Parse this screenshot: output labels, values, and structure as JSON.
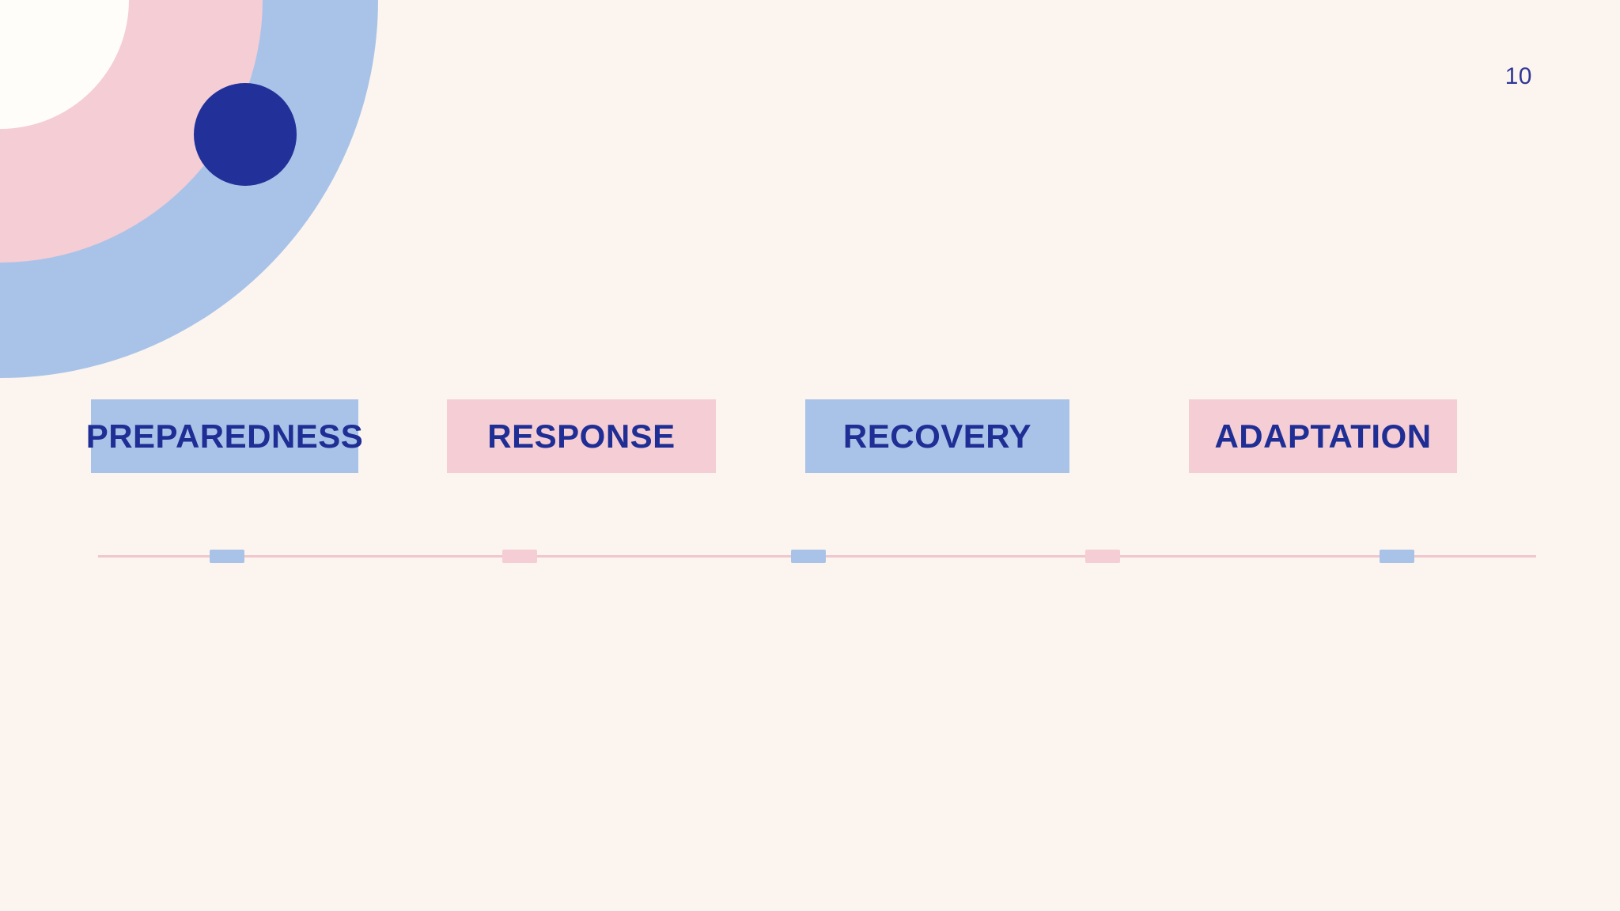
{
  "page": {
    "number": "10",
    "background": "#fcf5ef",
    "page_number_color": "#2f3795"
  },
  "decoration": {
    "outer_ring": "corner-quarter-ring-blue",
    "outer_ring_color": "#a9c3e8",
    "middle_ring": "corner-quarter-ring-pink",
    "middle_ring_color": "#f5cdd4",
    "inner_disc_color": "#fffdfa",
    "dot": "navy-dot",
    "dot_color": "#22309a"
  },
  "text_color": "#1f2e95",
  "stages": [
    {
      "label": "PREPAREDNESS",
      "color": "#a9c3e8"
    },
    {
      "label": "RESPONSE",
      "color": "#f5cdd4"
    },
    {
      "label": "RECOVERY",
      "color": "#a9c3e8"
    },
    {
      "label": "ADAPTATION",
      "color": "#f5cdd4"
    }
  ],
  "timeline": {
    "line_color": "#efc7cd",
    "ticks": [
      {
        "color": "#a9c3e8"
      },
      {
        "color": "#f5cdd4"
      },
      {
        "color": "#a9c3e8"
      },
      {
        "color": "#f5cdd4"
      },
      {
        "color": "#a9c3e8"
      }
    ]
  }
}
